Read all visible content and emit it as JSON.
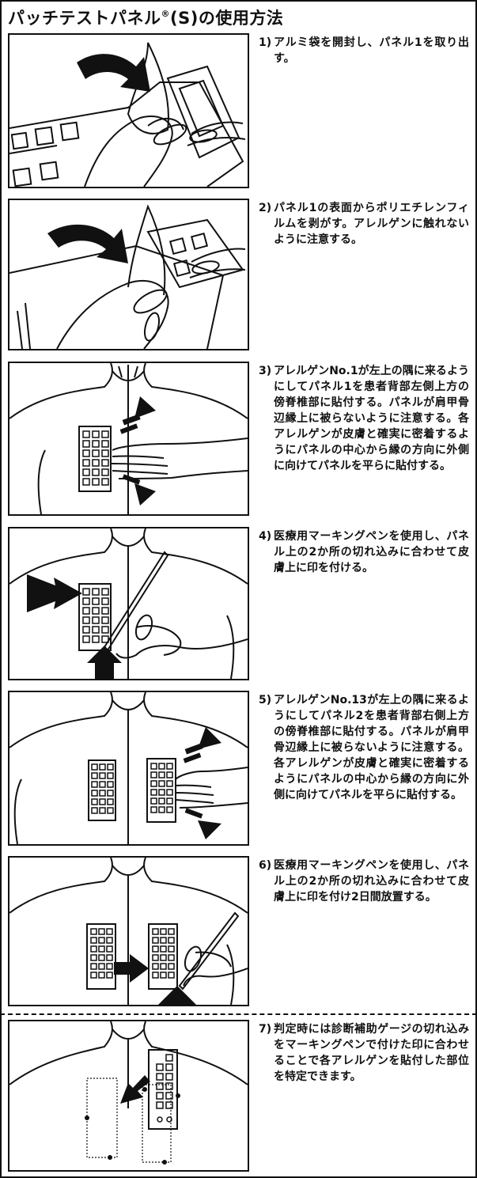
{
  "title": {
    "main": "パッチテストパネル",
    "mark": "®",
    "suffix": "(S)の使用方法"
  },
  "steps": [
    {
      "num": "1)",
      "text": "アルミ袋を開封し、パネル1を取り出す。"
    },
    {
      "num": "2)",
      "text": "パネル1の表面からポリエチレンフィルムを剥がす。アレルゲンに触れないように注意する。"
    },
    {
      "num": "3)",
      "text": "アレルゲンNo.1が左上の隅に来るようにしてパネル1を患者背部左側上方の傍脊椎部に貼付する。パネルが肩甲骨辺縁上に被らないように注意する。各アレルゲンが皮膚と確実に密着するようにパネルの中心から縁の方向に外側に向けてパネルを平らに貼付する。"
    },
    {
      "num": "4)",
      "text": "医療用マーキングペンを使用し、パネル上の2か所の切れ込みに合わせて皮膚上に印を付ける。"
    },
    {
      "num": "5)",
      "text": "アレルゲンNo.13が左上の隅に来るようにしてパネル2を患者背部右側上方の傍脊椎部に貼付する。パネルが肩甲骨辺縁上に被らないように注意する。各アレルゲンが皮膚と確実に密着するようにパネルの中心から縁の方向に外側に向けてパネルを平らに貼付する。"
    },
    {
      "num": "6)",
      "text": "医療用マーキングペンを使用し、パネル上の2か所の切れ込みに合わせて皮膚上に印を付け2日間放置する。"
    },
    {
      "num": "7)",
      "text": "判定時には診断補助ゲージの切れ込みをマーキングペンで付けた印に合わせることで各アレルゲンを貼付した部位を特定できます。"
    }
  ]
}
